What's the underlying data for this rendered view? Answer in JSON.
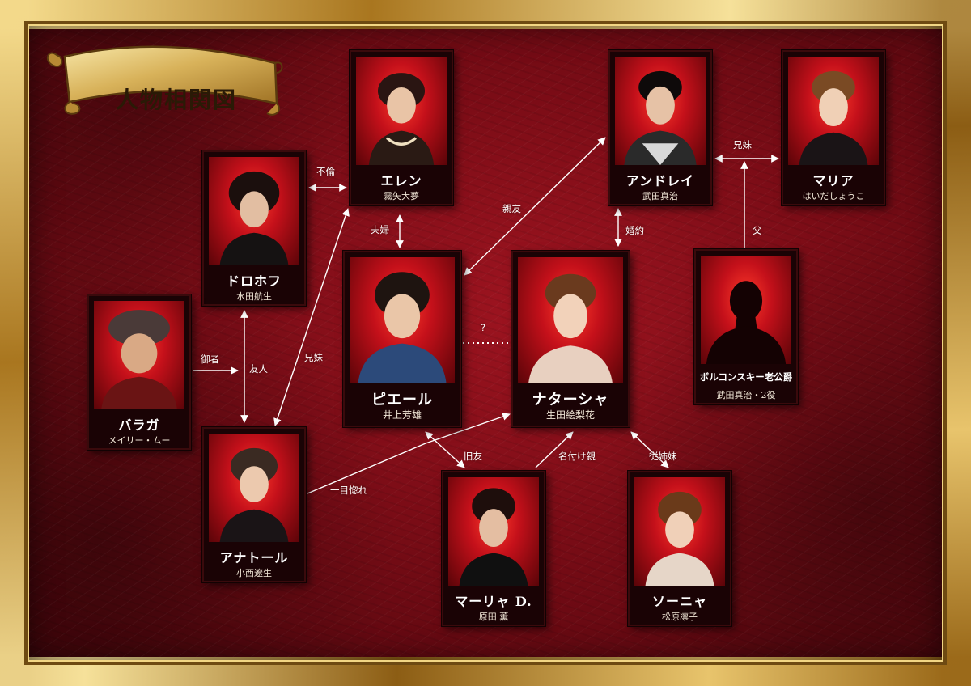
{
  "title": "人物相関図",
  "colors": {
    "frame_gold": "#c9982f",
    "background_red": "#8e0f1a",
    "card_dark": "#1a0305",
    "link_white": "#ffffff"
  },
  "characters": {
    "elen": {
      "role": "エレン",
      "actor": "霧矢大夢"
    },
    "dolokhov": {
      "role": "ドロホフ",
      "actor": "水田航生"
    },
    "balaga": {
      "role": "バラガ",
      "actor": "メイリー・ムー"
    },
    "anatole": {
      "role": "アナトール",
      "actor": "小西遼生"
    },
    "pierre": {
      "role": "ピエール",
      "actor": "井上芳雄"
    },
    "natasha": {
      "role": "ナターシャ",
      "actor": "生田絵梨花"
    },
    "andrey": {
      "role": "アンドレイ",
      "actor": "武田真治"
    },
    "maria": {
      "role": "マリア",
      "actor": "はいだしょうこ"
    },
    "bolkonsky": {
      "role": "ボルコンスキー老公爵",
      "actor": "武田真治・2役"
    },
    "mariad": {
      "role": "マーリャ D.",
      "actor": "原田 薫"
    },
    "sonya": {
      "role": "ソーニャ",
      "actor": "松原凛子"
    }
  },
  "relations": {
    "furin": "不倫",
    "fuufu": "夫婦",
    "shinyu": "親友",
    "kyoudai": "兄妹",
    "kyoudai2": "兄妹",
    "konyaku": "婚約",
    "chichi": "父",
    "unknown": "?",
    "gyosha": "御者",
    "yujin": "友人",
    "kyuyu": "旧友",
    "nazukeoya": "名付け親",
    "itoko": "従姉妹",
    "hitomebore": "一目惚れ"
  }
}
